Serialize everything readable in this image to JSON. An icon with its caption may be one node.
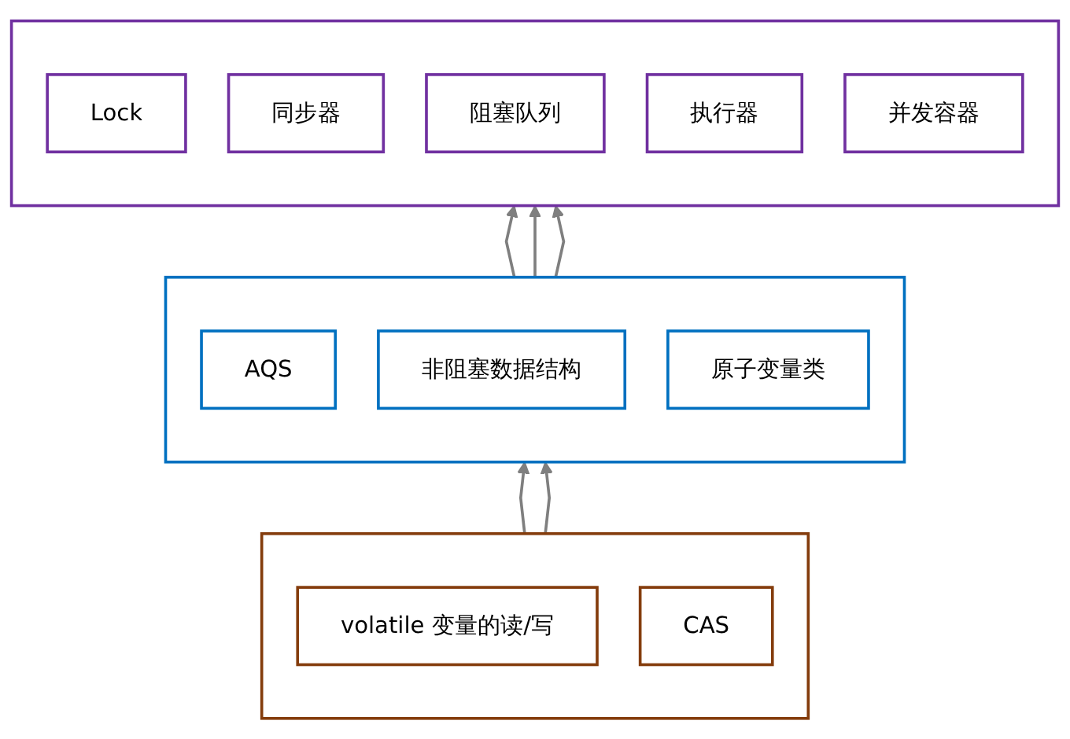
{
  "diagram": {
    "nodes": [
      {
        "text": [],
        "shape": "box"
      },
      {
        "text": [
          "Lock"
        ],
        "in": 0
      },
      {
        "text": [
          "同步器"
        ],
        "in": 0
      },
      {
        "text": [
          "阻塞队列"
        ],
        "in": 0
      },
      {
        "text": [
          "执行器"
        ],
        "in": 0
      },
      {
        "text": [
          "并发容器"
        ],
        "in": 0
      },
      {
        "text": [],
        "shape": "box"
      },
      {
        "text": [
          "AQS"
        ],
        "in": 6
      },
      {
        "text": [
          "非阻塞数据结构"
        ],
        "in": 6
      },
      {
        "text": [
          "原子变量类"
        ],
        "in": 6
      },
      {
        "text": [],
        "shape": "box"
      },
      {
        "text": [
          "volatile 变量的读/写"
        ],
        "in": 10
      },
      {
        "text": [
          "CAS"
        ],
        "in": 10
      }
    ],
    "edges": [
      {
        "from": 6,
        "to": 0,
        "arrow": "to"
      },
      {
        "from": 6,
        "to": 0,
        "arrow": "to"
      },
      {
        "from": 6,
        "to": 0,
        "arrow": "to"
      },
      {
        "from": 10,
        "to": 6,
        "arrow": "to"
      },
      {
        "from": 10,
        "to": 6,
        "arrow": "to"
      }
    ]
  }
}
